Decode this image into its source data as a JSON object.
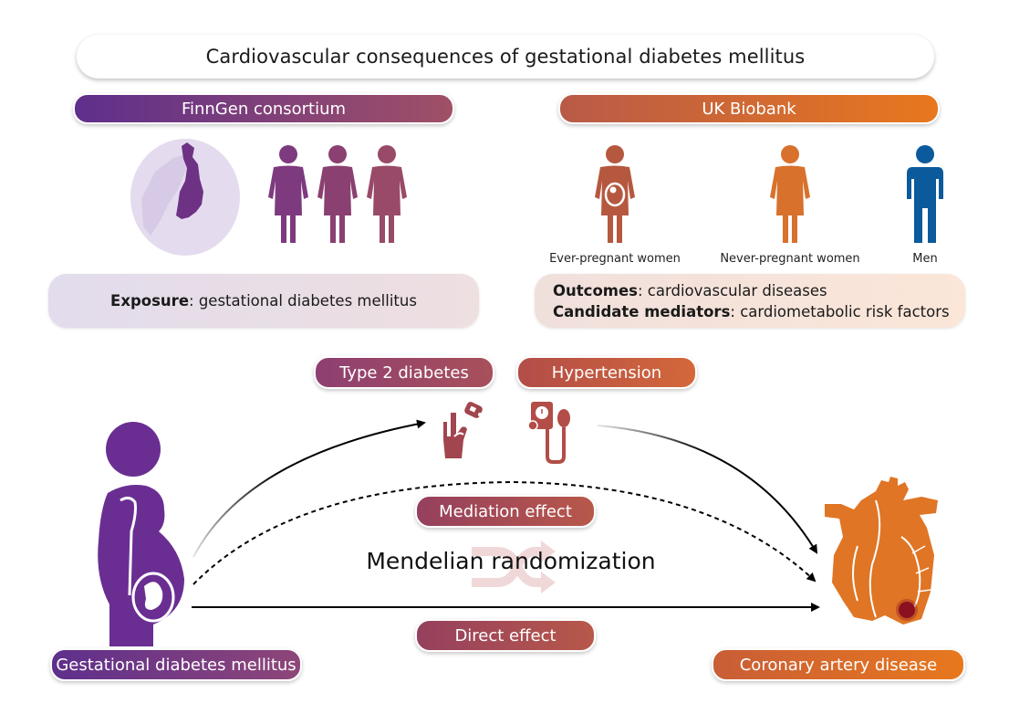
{
  "title": "Cardiovascular consequences of gestational diabetes mellitus",
  "colors": {
    "finngen_purple": "#5e2f8c",
    "finngen_rose": "#a05066",
    "ukb_rust": "#b85a48",
    "ukb_orange": "#e8781e",
    "men_blue": "#0a5a9c",
    "ever_pregnant": "#b5583f",
    "never_pregnant": "#d8712c",
    "heart_orange": "#e07525",
    "lesion_red": "#8a1220"
  },
  "left_panel": {
    "header": "FinnGen consortium",
    "icons": [
      "nordic-map-icon",
      "woman-icon",
      "woman-icon",
      "woman-icon"
    ],
    "info": {
      "label": "Exposure",
      "text": ": gestational diabetes mellitus"
    }
  },
  "right_panel": {
    "header": "UK Biobank",
    "groups": [
      {
        "label": "Ever-pregnant women",
        "icon": "pregnant-woman-icon"
      },
      {
        "label": "Never-pregnant women",
        "icon": "woman-icon"
      },
      {
        "label": "Men",
        "icon": "man-icon"
      }
    ],
    "info": [
      {
        "label": "Outcomes",
        "text": ": cardiovascular diseases"
      },
      {
        "label": "Candidate mediators",
        "text": ": cardiometabolic risk factors"
      }
    ]
  },
  "diagram": {
    "mediators": [
      {
        "label": "Type 2 diabetes",
        "icon": "glucose-meter-finger-icon"
      },
      {
        "label": "Hypertension",
        "icon": "blood-pressure-monitor-icon"
      }
    ],
    "mediation_label": "Mediation effect",
    "method_label": "Mendelian randomization",
    "direct_label": "Direct effect",
    "exposure_label": "Gestational diabetes mellitus",
    "outcome_label": "Coronary artery disease"
  }
}
